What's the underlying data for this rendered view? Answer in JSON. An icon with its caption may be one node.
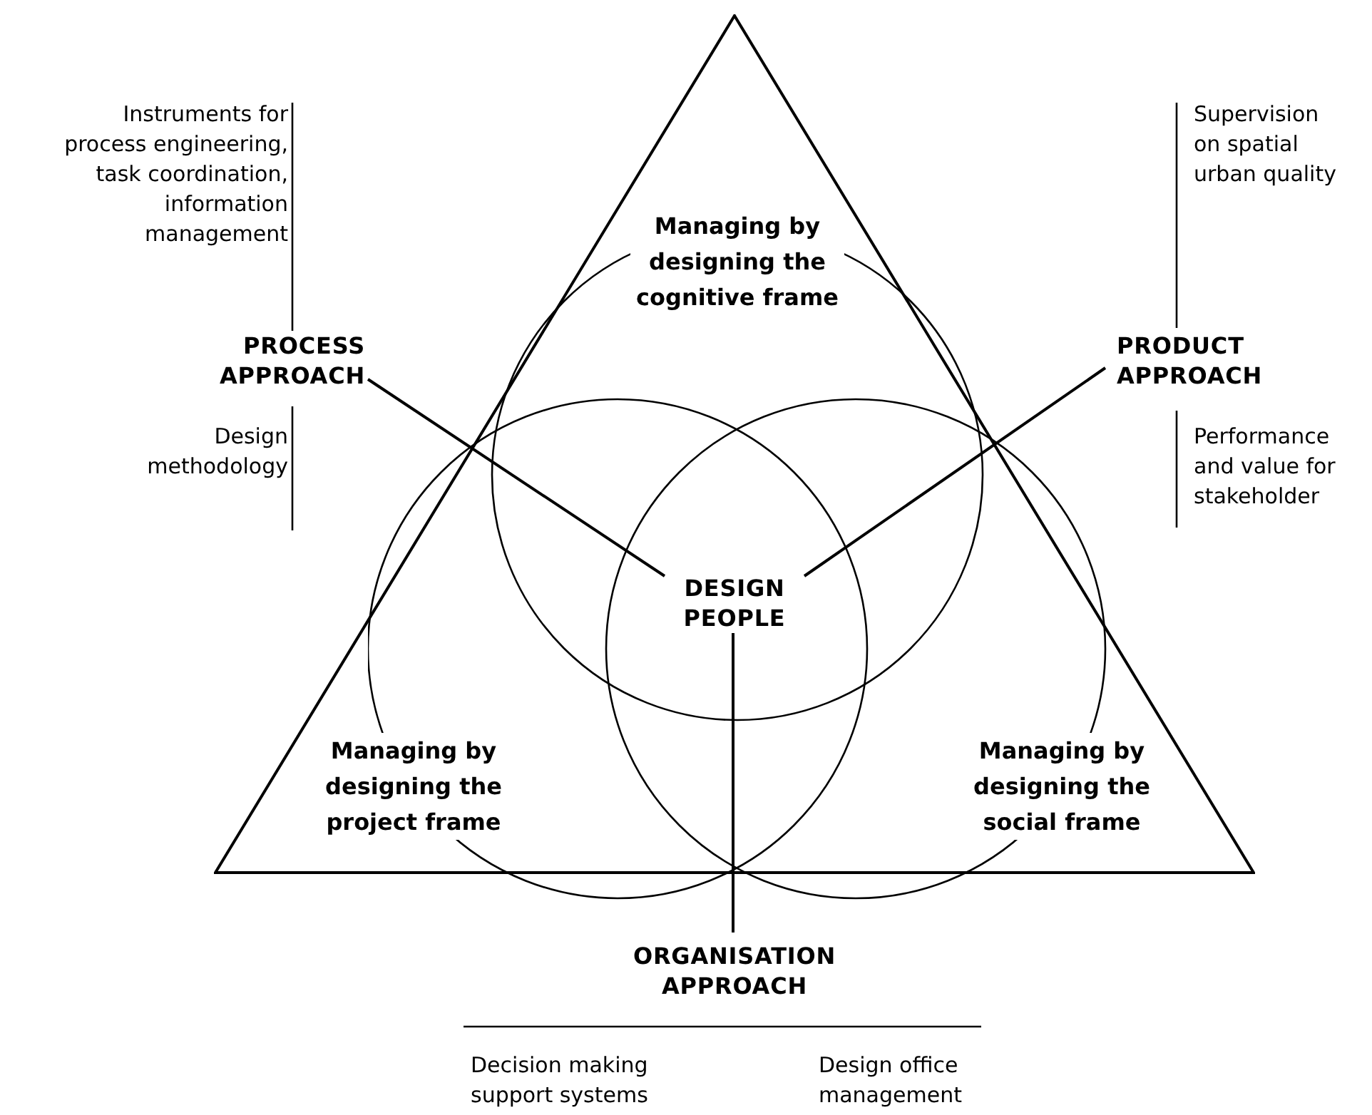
{
  "diagram": {
    "nodes": [
      {
        "text": [],
        "shape": "triangle"
      },
      {
        "text": [
          "Managing by designing the cognitive frame"
        ],
        "in": 0
      },
      {
        "text": [
          "Managing by designing the project frame"
        ],
        "in": 0
      },
      {
        "text": [
          "Managing by designing the social frame"
        ],
        "in": 0
      },
      {
        "text": [
          "DESIGN PEOPLE"
        ],
        "in": 0
      },
      {
        "text": [
          "PROCESS APPROACH"
        ],
        "beside": [
          "Design methodology"
        ]
      },
      {
        "text": [
          "PRODUCT APPROACH"
        ],
        "beside": [
          "Performance and value for stakeholder"
        ]
      },
      {
        "text": [
          "ORGANISATION APPROACH"
        ],
        "beside": [
          "Decision making support systems",
          "Design office management"
        ]
      }
    ],
    "edges": [
      {
        "from": 5,
        "to": 4,
        "arrow": "none"
      },
      {
        "from": 6,
        "to": 4,
        "arrow": "none"
      },
      {
        "from": 7,
        "to": 4,
        "arrow": "none"
      }
    ],
    "labels": [
      "Instruments for process engineering, task coordination, information management",
      "Supervision on spatial urban quality"
    ]
  }
}
